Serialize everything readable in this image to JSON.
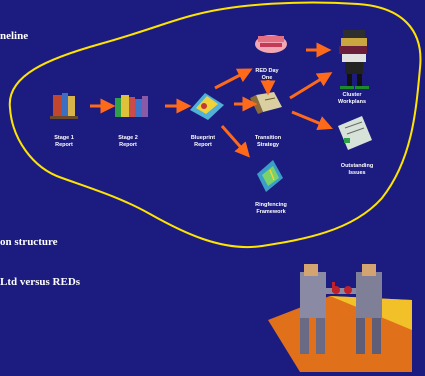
{
  "side_texts": {
    "timeline": "neline",
    "structure": "on structure",
    "ltd": "Ltd versus REDs"
  },
  "nodes": {
    "stage1": "Stage 1\nReport",
    "stage2": "Stage 2\nReport",
    "blueprint": "Blueprint\nReport",
    "red_day_one": "RED Day\nOne",
    "transition": "Transition\nStrategy",
    "ringfencing": "Ringfencing\nFramework",
    "cluster": "Cluster\nWorkplans",
    "outstanding": "Outstanding\nIssues"
  },
  "colors": {
    "background": "#1c1c80",
    "outline": "#ffe400",
    "arrow": "#ff6a1a"
  }
}
